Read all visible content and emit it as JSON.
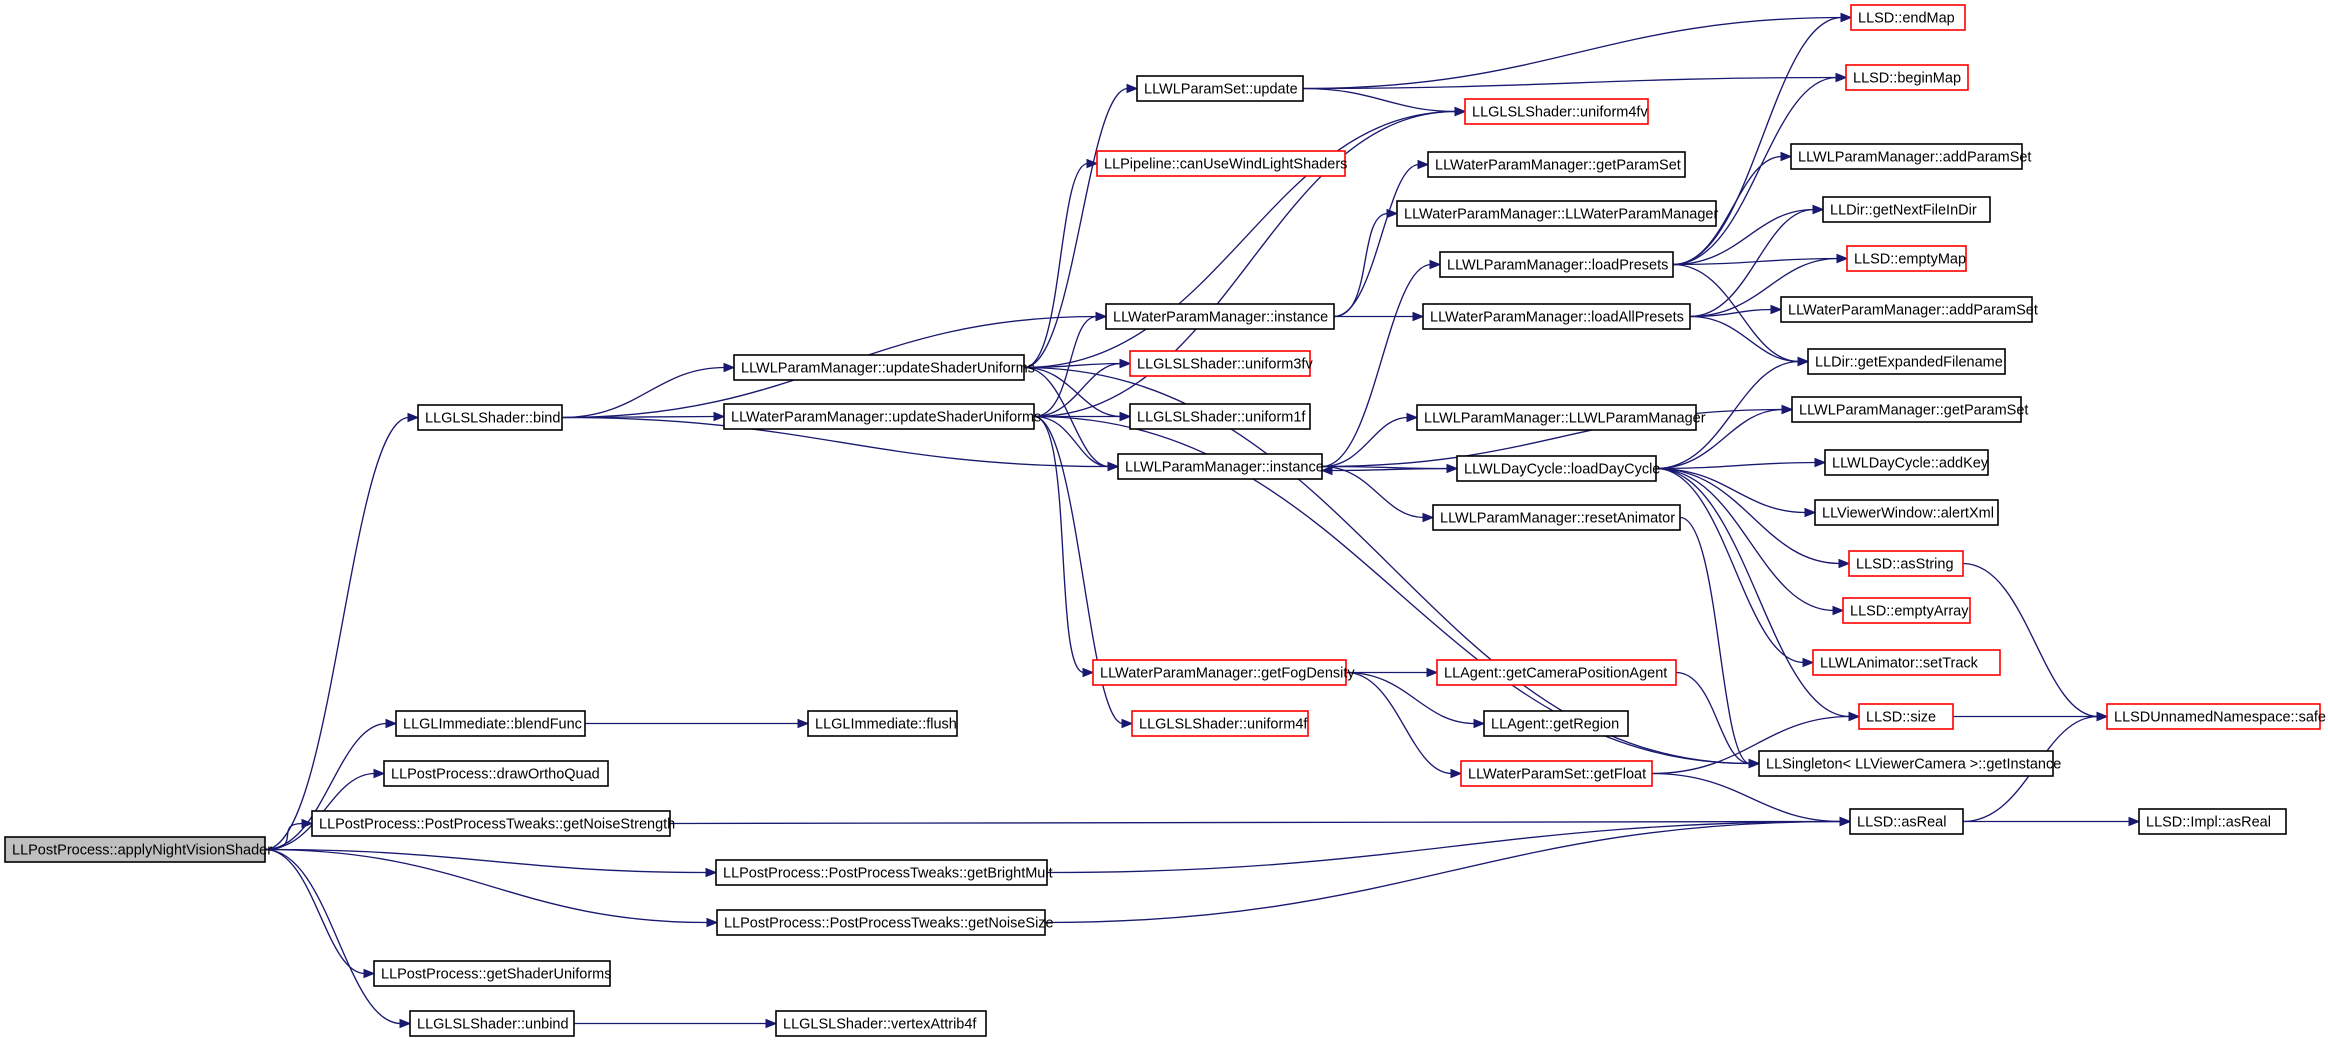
{
  "graph": {
    "colors": {
      "edge": "#191970",
      "highlight_border": "#ff0000",
      "normal_border": "#000000",
      "root_fill": "#bfbfbf"
    },
    "nodes": [
      {
        "id": "root",
        "label": "LLPostProcess::applyNightVisionShader",
        "style": "root"
      },
      {
        "id": "bind",
        "label": "LLGLSLShader::bind",
        "style": "normal"
      },
      {
        "id": "blendFunc",
        "label": "LLGLImmediate::blendFunc",
        "style": "normal"
      },
      {
        "id": "flush",
        "label": "LLGLImmediate::flush",
        "style": "normal"
      },
      {
        "id": "drawOrthoQuad",
        "label": "LLPostProcess::drawOrthoQuad",
        "style": "normal"
      },
      {
        "id": "getNoiseStrength",
        "label": "LLPostProcess::PostProcessTweaks::getNoiseStrength",
        "style": "normal"
      },
      {
        "id": "getBrightMult",
        "label": "LLPostProcess::PostProcessTweaks::getBrightMult",
        "style": "normal"
      },
      {
        "id": "getNoiseSize",
        "label": "LLPostProcess::PostProcessTweaks::getNoiseSize",
        "style": "normal"
      },
      {
        "id": "getShaderUniforms",
        "label": "LLPostProcess::getShaderUniforms",
        "style": "normal"
      },
      {
        "id": "unbind",
        "label": "LLGLSLShader::unbind",
        "style": "normal"
      },
      {
        "id": "vertexAttrib4f",
        "label": "LLGLSLShader::vertexAttrib4f",
        "style": "normal"
      },
      {
        "id": "wlUpdateShaderUniforms",
        "label": "LLWLParamManager::updateShaderUniforms",
        "style": "normal"
      },
      {
        "id": "waterUpdateShaderUniforms",
        "label": "LLWaterParamManager::updateShaderUniforms",
        "style": "normal"
      },
      {
        "id": "wlParamSetUpdate",
        "label": "LLWLParamSet::update",
        "style": "normal"
      },
      {
        "id": "canUseWindLight",
        "label": "LLPipeline::canUseWindLightShaders",
        "style": "red"
      },
      {
        "id": "waterInstance",
        "label": "LLWaterParamManager::instance",
        "style": "normal"
      },
      {
        "id": "uniform3fv",
        "label": "LLGLSLShader::uniform3fv",
        "style": "red"
      },
      {
        "id": "uniform1f",
        "label": "LLGLSLShader::uniform1f",
        "style": "normal"
      },
      {
        "id": "wlInstance",
        "label": "LLWLParamManager::instance",
        "style": "normal"
      },
      {
        "id": "getFogDensity",
        "label": "LLWaterParamManager::getFogDensity",
        "style": "red"
      },
      {
        "id": "uniform4f",
        "label": "LLGLSLShader::uniform4f",
        "style": "red"
      },
      {
        "id": "uniform4fv",
        "label": "LLGLSLShader::uniform4fv",
        "style": "red"
      },
      {
        "id": "waterGetParamSet",
        "label": "LLWaterParamManager::getParamSet",
        "style": "normal"
      },
      {
        "id": "waterCtor",
        "label": "LLWaterParamManager::LLWaterParamManager",
        "style": "normal"
      },
      {
        "id": "wlLoadPresets",
        "label": "LLWLParamManager::loadPresets",
        "style": "normal"
      },
      {
        "id": "waterLoadAllPresets",
        "label": "LLWaterParamManager::loadAllPresets",
        "style": "normal"
      },
      {
        "id": "wlCtor",
        "label": "LLWLParamManager::LLWLParamManager",
        "style": "normal"
      },
      {
        "id": "loadDayCycle",
        "label": "LLWLDayCycle::loadDayCycle",
        "style": "normal"
      },
      {
        "id": "resetAnimator",
        "label": "LLWLParamManager::resetAnimator",
        "style": "normal"
      },
      {
        "id": "getCameraPositionAgent",
        "label": "LLAgent::getCameraPositionAgent",
        "style": "red"
      },
      {
        "id": "getRegion",
        "label": "LLAgent::getRegion",
        "style": "normal"
      },
      {
        "id": "getFloat",
        "label": "LLWaterParamSet::getFloat",
        "style": "red"
      },
      {
        "id": "endMap",
        "label": "LLSD::endMap",
        "style": "red"
      },
      {
        "id": "beginMap",
        "label": "LLSD::beginMap",
        "style": "red"
      },
      {
        "id": "wlAddParamSet",
        "label": "LLWLParamManager::addParamSet",
        "style": "normal"
      },
      {
        "id": "getNextFileInDir",
        "label": "LLDir::getNextFileInDir",
        "style": "normal"
      },
      {
        "id": "emptyMap",
        "label": "LLSD::emptyMap",
        "style": "red"
      },
      {
        "id": "waterAddParamSet",
        "label": "LLWaterParamManager::addParamSet",
        "style": "normal"
      },
      {
        "id": "getExpandedFilename",
        "label": "LLDir::getExpandedFilename",
        "style": "normal"
      },
      {
        "id": "wlGetParamSet",
        "label": "LLWLParamManager::getParamSet",
        "style": "normal"
      },
      {
        "id": "addKey",
        "label": "LLWLDayCycle::addKey",
        "style": "normal"
      },
      {
        "id": "alertXml",
        "label": "LLViewerWindow::alertXml",
        "style": "normal"
      },
      {
        "id": "asString",
        "label": "LLSD::asString",
        "style": "red"
      },
      {
        "id": "emptyArray",
        "label": "LLSD::emptyArray",
        "style": "red"
      },
      {
        "id": "setTrack",
        "label": "LLWLAnimator::setTrack",
        "style": "red"
      },
      {
        "id": "size",
        "label": "LLSD::size",
        "style": "red"
      },
      {
        "id": "getInstance",
        "label": "LLSingleton< LLViewerCamera >::getInstance",
        "style": "normal"
      },
      {
        "id": "asReal",
        "label": "LLSD::asReal",
        "style": "normal"
      },
      {
        "id": "safe",
        "label": "LLSDUnnamedNamespace::safe",
        "style": "red"
      },
      {
        "id": "implAsReal",
        "label": "LLSD::Impl::asReal",
        "style": "normal"
      }
    ]
  }
}
